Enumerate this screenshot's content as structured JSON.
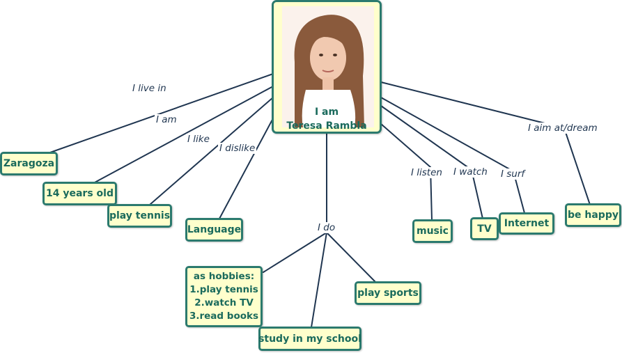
{
  "central": {
    "line1": "I am",
    "line2": "Teresa Rambla"
  },
  "links": {
    "live_in": "I live in",
    "am": "I am",
    "like": "I like",
    "dislike": "I dislike",
    "do": "I do",
    "listen": "I listen",
    "watch": "I watch",
    "surf": "I surf",
    "aim": "I aim at/dream"
  },
  "nodes": {
    "zaragoza": "Zaragoza",
    "age": "14 years old",
    "tennis": "play tennis",
    "language": "Language",
    "hobbies": [
      "as hobbies:",
      "1.play tennis",
      "2.watch TV",
      "3.read books"
    ],
    "school": "study in my school",
    "sports": "play sports",
    "music": "music",
    "tv": "TV",
    "internet": "Internet",
    "happy": "be happy"
  },
  "colors": {
    "node_fill": "#ffffcc",
    "node_border": "#2b7a6e",
    "node_text": "#1a6a5c",
    "link": "#1f3550"
  }
}
